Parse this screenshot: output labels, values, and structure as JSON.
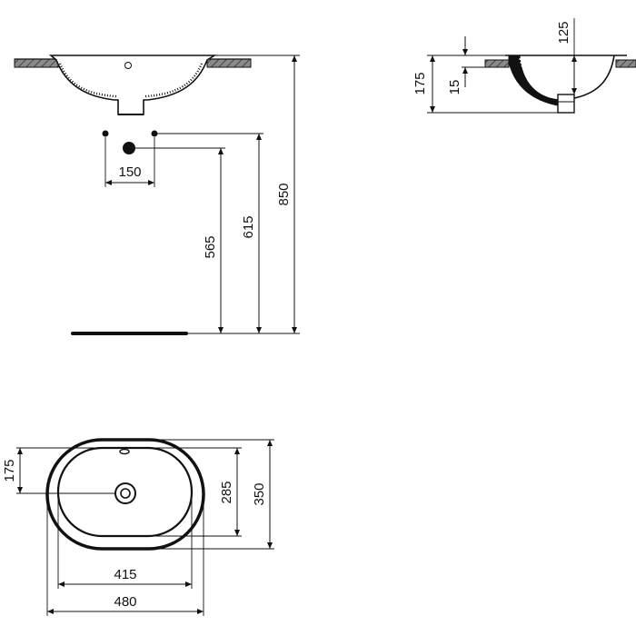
{
  "dimensions": {
    "front_wall_to_floor": "850",
    "waste_height": "565",
    "supply_height": "615",
    "supply_spacing": "150",
    "side_overall_depth": "175",
    "side_rim_thickness": "15",
    "side_inner_offset": "125",
    "plan_bowl_width": "415",
    "plan_overall_width": "480",
    "plan_bowl_depth": "285",
    "plan_overall_depth": "350",
    "plan_waste_offset": "175"
  }
}
